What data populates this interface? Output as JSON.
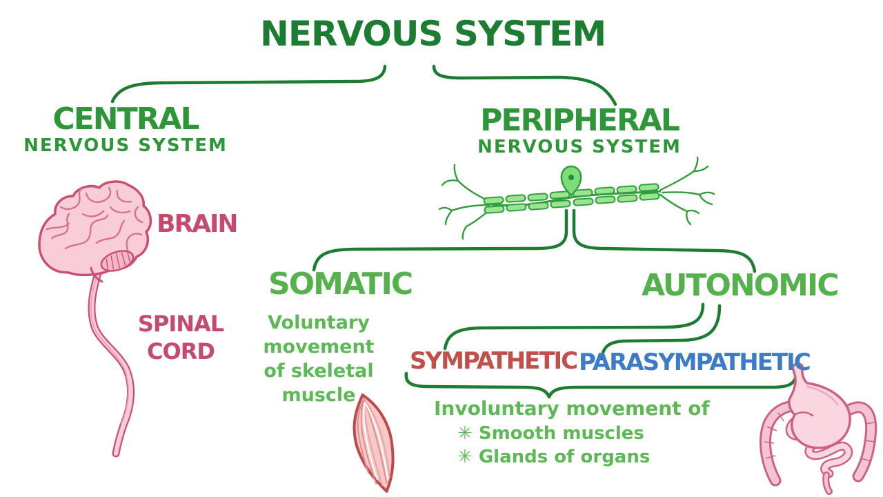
{
  "title": "NERVOUS SYSTEM",
  "palette": {
    "dark_green": "#1c7c31",
    "mid_green": "#2e9639",
    "bright_green": "#55b14c",
    "light_green": "#5cb955",
    "pink": "#c64a6b",
    "red": "#c1504b",
    "blue": "#3c7bc7"
  },
  "central": {
    "title": "CENTRAL",
    "subtitle": "NERVOUS SYSTEM",
    "brain_label": "BRAIN",
    "spinal_cord_label": "SPINAL\nCORD"
  },
  "peripheral": {
    "title": "PERIPHERAL",
    "subtitle": "NERVOUS SYSTEM"
  },
  "somatic": {
    "title": "SOMATIC",
    "description": "Voluntary\nmovement\nof skeletal\nmuscle"
  },
  "autonomic": {
    "title": "AUTONOMIC",
    "sympathetic_label": "SYMPATHETIC",
    "parasympathetic_label": "PARASYMPATHETIC",
    "description": "Involuntary movement of",
    "bullets": [
      "✳ Smooth muscles",
      "✳ Glands of organs"
    ]
  },
  "icons": {
    "brain": "brain-and-spinal-cord-icon",
    "neuron": "neuron-icon",
    "muscle": "skeletal-muscle-icon",
    "organs": "stomach-and-intestines-icon"
  }
}
